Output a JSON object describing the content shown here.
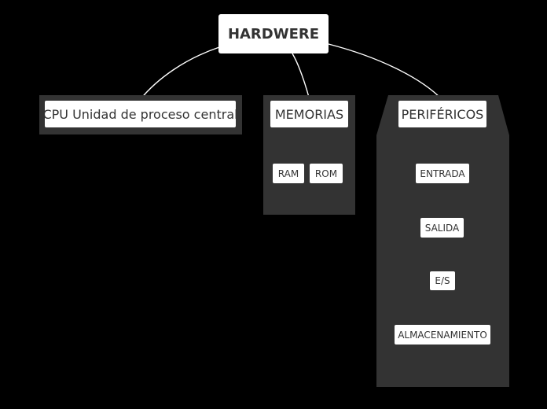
{
  "diagram": {
    "root": "HARDWERE",
    "cpu": "CPU Unidad de proceso central",
    "memorias": {
      "label": "MEMORIAS",
      "children": [
        "RAM",
        "ROM"
      ]
    },
    "perifericos": {
      "label": "PERIFÉRICOS",
      "children": [
        "ENTRADA",
        "SALIDA",
        "E/S",
        "ALMACENAMIENTO"
      ]
    }
  },
  "colors": {
    "background": "#000000",
    "panel": "#333333",
    "node_fill": "#ffffff",
    "node_text": "#333333",
    "connector": "#ffffff"
  }
}
